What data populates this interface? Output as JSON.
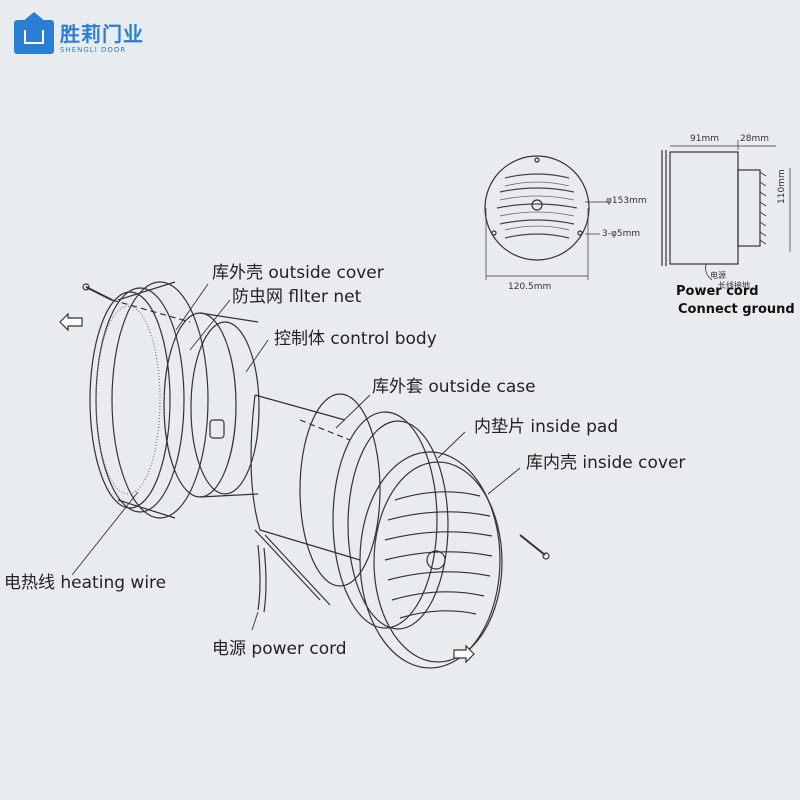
{
  "brand": {
    "name_cn": "胜莉门业",
    "name_en": "SHENGLI DOOR",
    "color": "#2a7fd4"
  },
  "labels": {
    "outside_cover": "库外壳 outside cover",
    "filter_net": "防虫网 fllter net",
    "control_body": "控制体 control body",
    "outside_case": "库外套 outside case",
    "inside_pad": "内垫片 inside pad",
    "inside_cover": "库内壳 inside cover",
    "heating_wire": "电热线 heating wire",
    "power_cord": "电源 power cord"
  },
  "dimensions": {
    "width_91": "91mm",
    "width_28": "28mm",
    "height_110": "110mm",
    "dia_153": "φ153mm",
    "holes": "3-φ5mm",
    "width_120": "120.5mm",
    "cord_cn_1": "电源",
    "cord_cn_2": "长线接地"
  },
  "notes": {
    "power_cord": "Power cord",
    "connect_ground": "Connect ground"
  }
}
